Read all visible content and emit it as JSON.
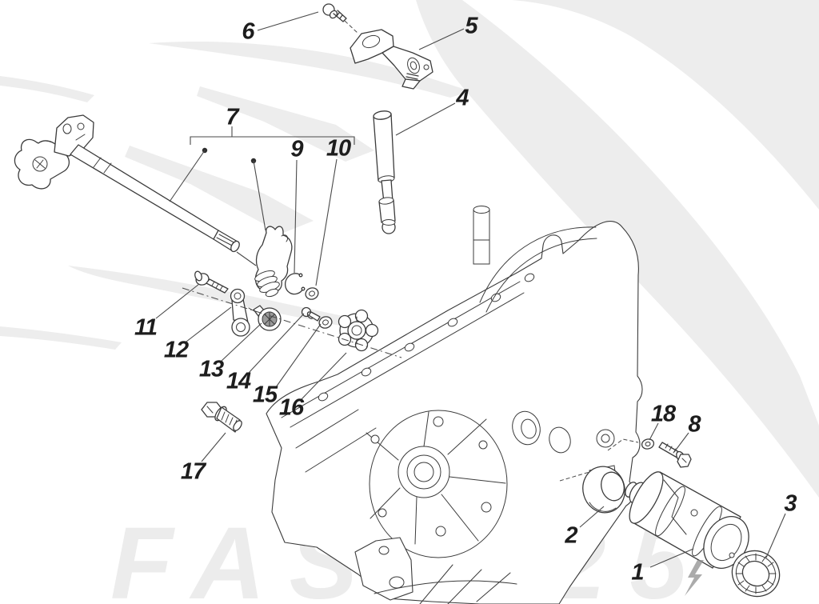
{
  "theme": {
    "background": "#ffffff",
    "line_color": "#3b3b3b",
    "label_color": "#1d1d1d",
    "watermark_color": "#ededed",
    "watermark_text_color": "#ececec",
    "leader_color": "#4a4a4a"
  },
  "watermark": {
    "brand_text": "FAST125",
    "graphic": "eagle-head-watermark"
  },
  "diagram": {
    "type": "exploded-parts-diagram",
    "callouts": [
      {
        "id": "1",
        "label": "1"
      },
      {
        "id": "2",
        "label": "2"
      },
      {
        "id": "3",
        "label": "3"
      },
      {
        "id": "4",
        "label": "4"
      },
      {
        "id": "5",
        "label": "5"
      },
      {
        "id": "6",
        "label": "6"
      },
      {
        "id": "7",
        "label": "7"
      },
      {
        "id": "8",
        "label": "8"
      },
      {
        "id": "9",
        "label": "9"
      },
      {
        "id": "10",
        "label": "10"
      },
      {
        "id": "11",
        "label": "11"
      },
      {
        "id": "12",
        "label": "12"
      },
      {
        "id": "13",
        "label": "13"
      },
      {
        "id": "14",
        "label": "14"
      },
      {
        "id": "15",
        "label": "15"
      },
      {
        "id": "16",
        "label": "16"
      },
      {
        "id": "17",
        "label": "17"
      },
      {
        "id": "18",
        "label": "18"
      }
    ]
  }
}
